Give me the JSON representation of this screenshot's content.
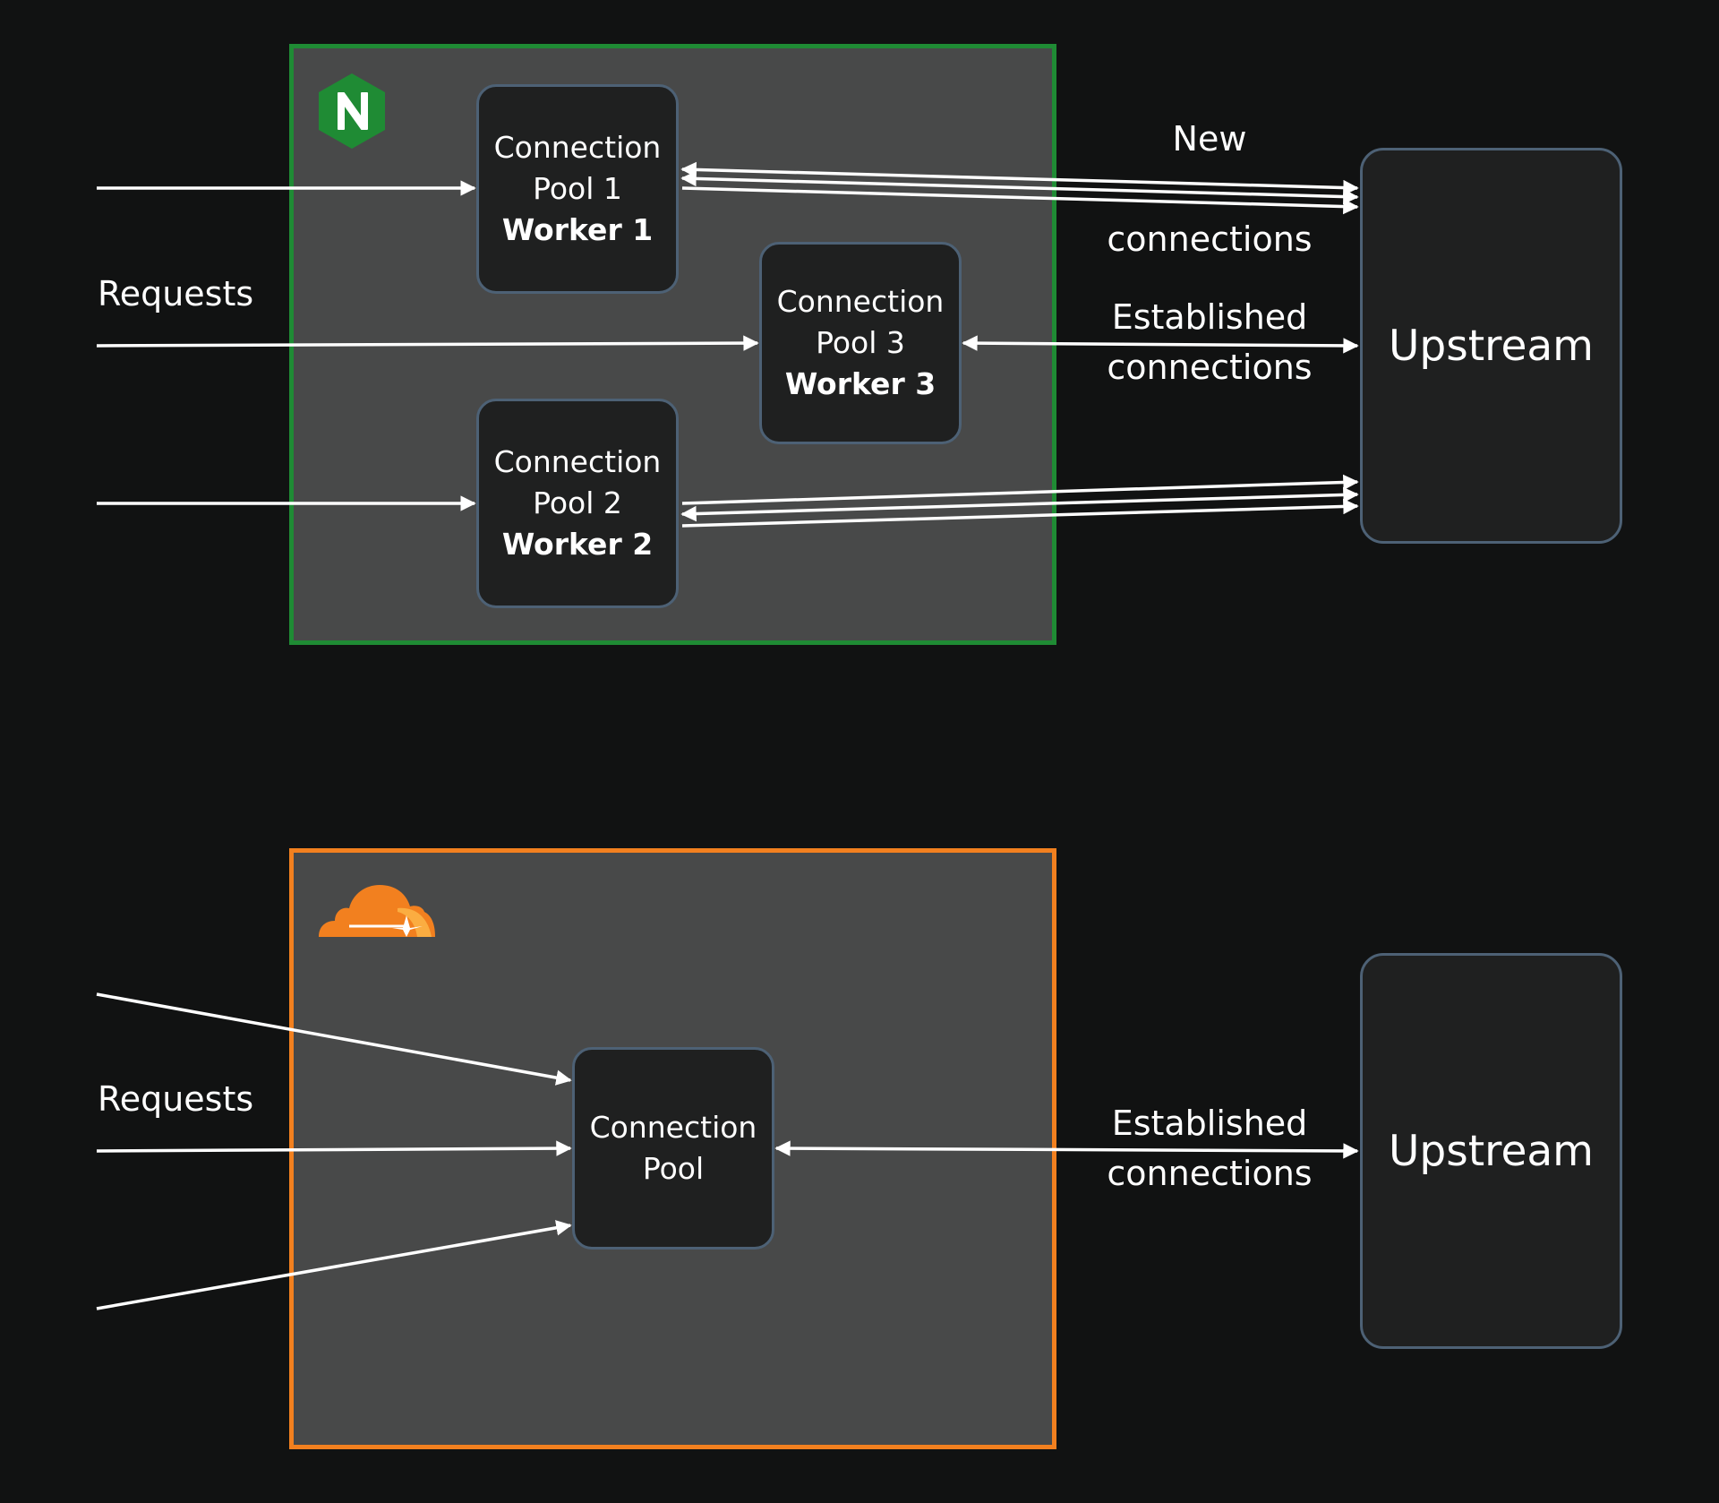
{
  "nginx": {
    "requests_label": "Requests",
    "pool1": {
      "line1": "Connection",
      "line2": "Pool 1",
      "worker": "Worker 1"
    },
    "pool2": {
      "line1": "Connection",
      "line2": "Pool 2",
      "worker": "Worker 2"
    },
    "pool3": {
      "line1": "Connection",
      "line2": "Pool 3",
      "worker": "Worker 3"
    },
    "new_label": "New",
    "connections_label": "connections",
    "established_label": "Established",
    "established_connections_label": "connections",
    "upstream_label": "Upstream",
    "logo_icon": "nginx-logo-icon",
    "logo_color": "#1f8b34"
  },
  "cloudflare": {
    "requests_label": "Requests",
    "pool": {
      "line1": "Connection",
      "line2": "Pool"
    },
    "established_label": "Established",
    "established_connections_label": "connections",
    "upstream_label": "Upstream",
    "logo_icon": "cloudflare-logo-icon",
    "logo_color": "#f2801f"
  },
  "colors": {
    "background": "#111212",
    "frame_fill": "#484949",
    "node_fill": "#1f2020",
    "node_border": "#4d6175",
    "arrow": "#ffffff"
  }
}
